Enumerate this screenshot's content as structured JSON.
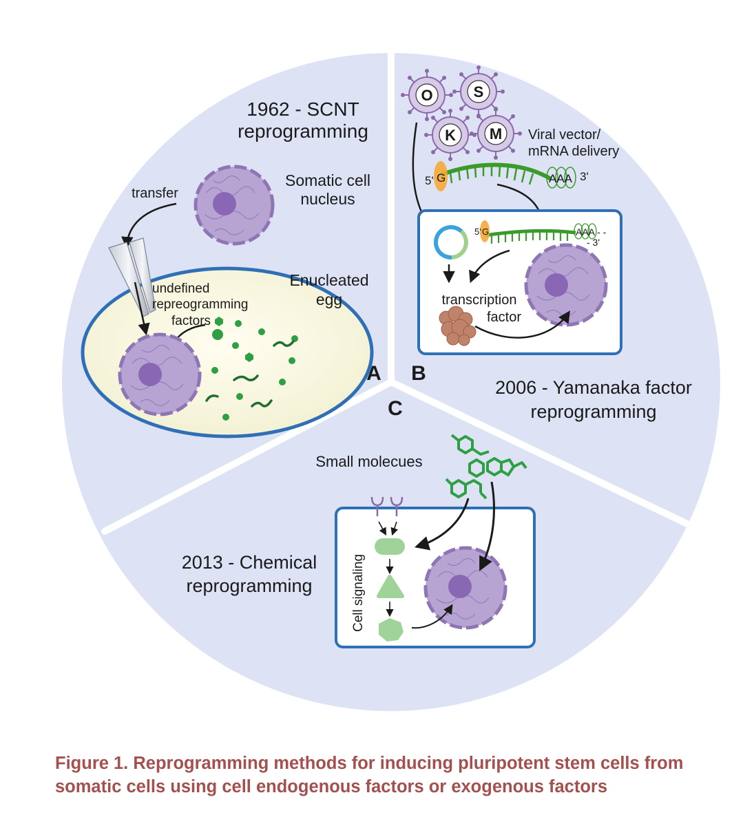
{
  "panels": {
    "a": {
      "letter": "A",
      "title_line1": "1962 - SCNT",
      "title_line2": "reprogramming",
      "transfer": "transfer",
      "somatic_line1": "Somatic cell",
      "somatic_line2": "nucleus",
      "undefined_line1": "undefined",
      "undefined_line2": "repreogramming",
      "undefined_line3": "factors",
      "egg_line1": "Enucleated",
      "egg_line2": "egg"
    },
    "b": {
      "letter": "B",
      "virus_o": "O",
      "virus_s": "S",
      "virus_k": "K",
      "virus_m": "M",
      "viral_line1": "Viral vector/",
      "viral_line2": "mRNA delivery",
      "five_prime": "5'",
      "cap_g": "G",
      "poly_a": "AAA",
      "three_prime": "3'",
      "box_poly_a": "AAA - -",
      "box_three_prime": "- 3'",
      "tf_line1": "transcription",
      "tf_line2": "factor",
      "title_line1": "2006 - Yamanaka factor",
      "title_line2": "reprogramming"
    },
    "c": {
      "letter": "C",
      "small_molecules": "Small molecues",
      "cell_signaling": "Cell signaling",
      "title_line1": "2013 - Chemical",
      "title_line2": "reprogramming"
    }
  },
  "caption": "Figure 1.  Reprogramming methods for inducing pluripotent stem cells from somatic cells using cell endogenous factors or exogenous factors"
}
